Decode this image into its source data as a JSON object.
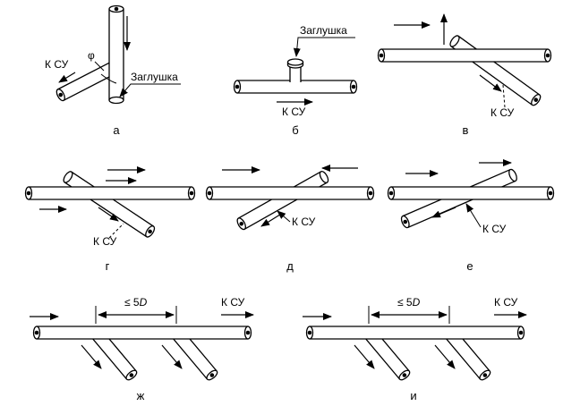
{
  "figure": {
    "panels": {
      "a": {
        "letter": "а",
        "ksu": "К СУ",
        "zaglushka": "Заглушка",
        "phi": "φ"
      },
      "b": {
        "letter": "б",
        "ksu": "К СУ",
        "zaglushka": "Заглушка"
      },
      "v": {
        "letter": "в",
        "ksu": "К СУ"
      },
      "g": {
        "letter": "г",
        "ksu": "К СУ"
      },
      "d": {
        "letter": "д",
        "ksu": "К СУ"
      },
      "e": {
        "letter": "е",
        "ksu": "К СУ"
      },
      "zh": {
        "letter": "ж",
        "ksu": "К СУ",
        "dim_prefix": "≤ 5",
        "dim_d": "D"
      },
      "i": {
        "letter": "и",
        "ksu": "К СУ",
        "dim_prefix": "≤ 5",
        "dim_d": "D"
      }
    }
  }
}
